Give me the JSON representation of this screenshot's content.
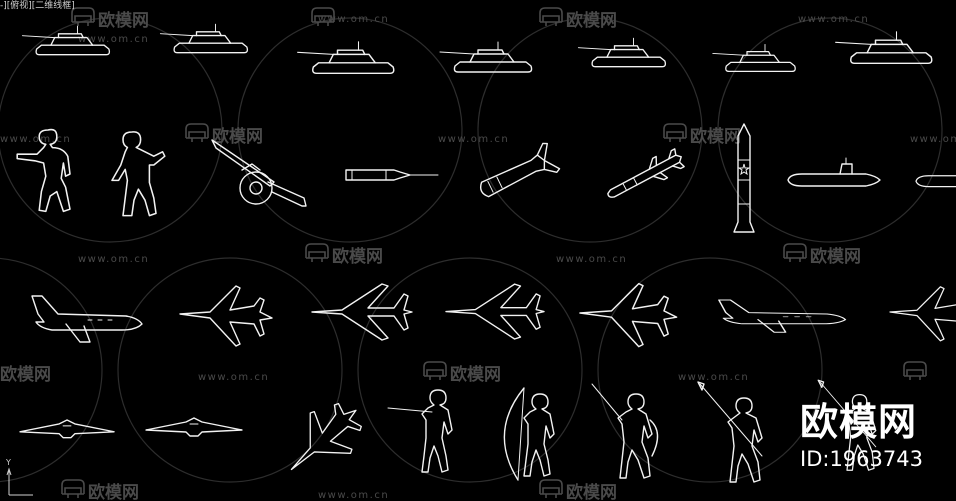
{
  "viewport_label": "-][俯视][二维线框]",
  "watermark": {
    "brand": "欧模网",
    "url": "www.om.cn"
  },
  "stamp": {
    "brand": "欧模网",
    "id": "ID:1963743"
  },
  "ucs": {
    "axis_label": "Y"
  },
  "colors": {
    "background": "#000000",
    "line": "#f2f2f2",
    "watermark": "#4a4a4a"
  },
  "icons": {
    "tanks": [
      "tank-icon",
      "tank-icon",
      "tank-icon",
      "tank-icon",
      "tank-icon",
      "tank-icon",
      "tank-icon"
    ],
    "row2": [
      "soldier-icon",
      "soldier-icon",
      "field-gun-icon",
      "bullet-icon",
      "torpedo-icon",
      "missile-icon",
      "rocket-icon",
      "submarine-icon",
      "submarine-icon"
    ],
    "row3": [
      "jet-plane-icon",
      "fighter-jet-icon",
      "bomber-icon",
      "bomber-icon",
      "fighter-jet-icon",
      "jet-plane-icon",
      "fighter-jet-icon"
    ],
    "row4": [
      "flying-wing-icon",
      "flying-wing-icon",
      "fighter-jet-icon",
      "rifleman-icon",
      "archer-icon",
      "swordsman-icon",
      "spearman-icon",
      "spearman-icon"
    ]
  }
}
